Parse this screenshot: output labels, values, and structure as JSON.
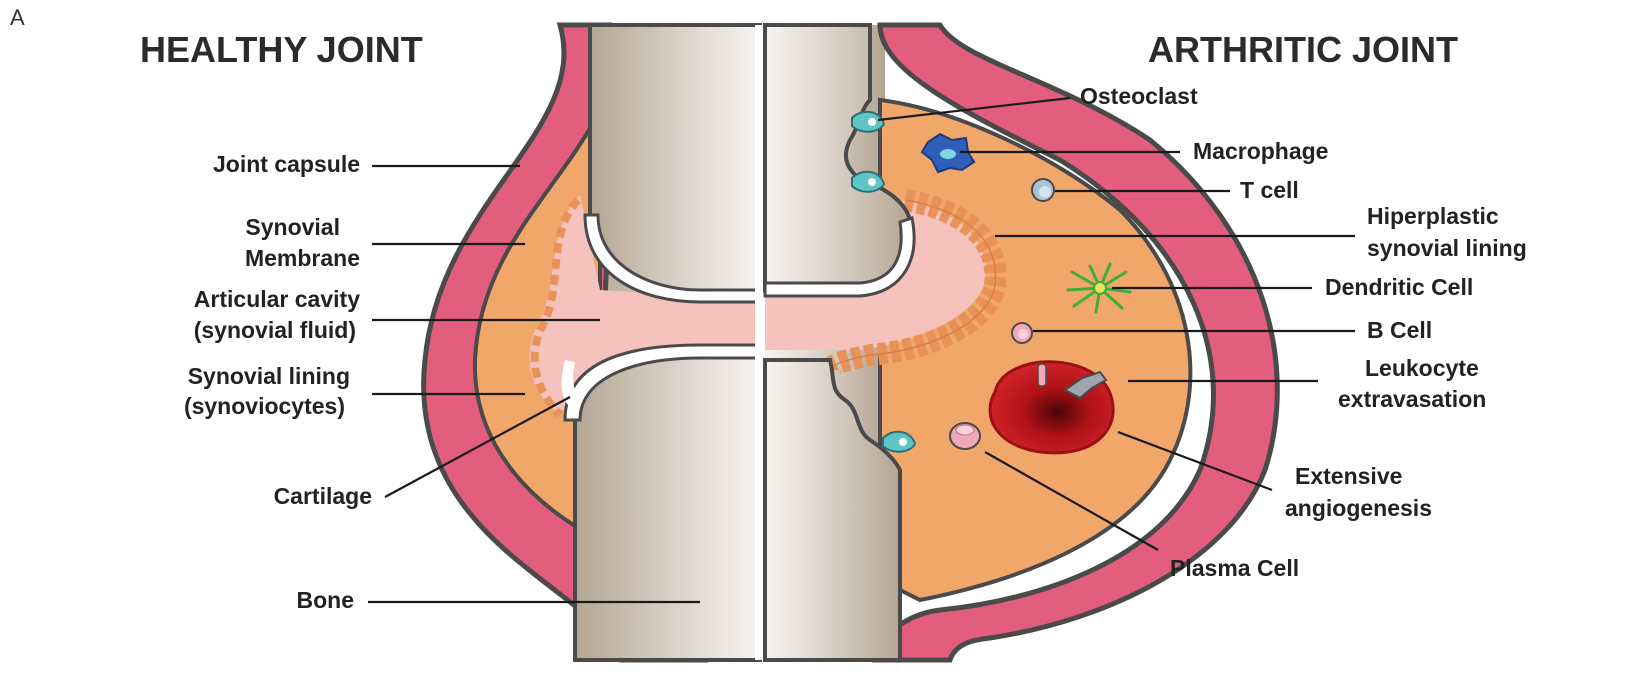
{
  "figure": {
    "panel_letter": "A",
    "left_title": "HEALTHY JOINT",
    "right_title": "ARTHRITIC JOINT"
  },
  "left_labels": {
    "joint_capsule": "Joint capsule",
    "synovial_membrane_1": "Synovial",
    "synovial_membrane_2": "Membrane",
    "articular_cavity_1": "Articular cavity",
    "articular_cavity_2": "(synovial fluid)",
    "synovial_lining_1": "Synovial lining",
    "synovial_lining_2": "(synoviocytes)",
    "cartilage": "Cartilage",
    "bone": "Bone"
  },
  "right_labels": {
    "osteoclast": "Osteoclast",
    "macrophage": "Macrophage",
    "t_cell": "T cell",
    "hiperplastic_1": "Hiperplastic",
    "hiperplastic_2": "synovial lining",
    "dendritic_cell": "Dendritic Cell",
    "b_cell": "B Cell",
    "leukocyte_1": "Leukocyte",
    "leukocyte_2": "extravasation",
    "angiogenesis_1": "Extensive",
    "angiogenesis_2": "angiogenesis",
    "plasma_cell": "Plasma Cell"
  },
  "colors": {
    "capsule": "#e35d7c",
    "synovial_tissue": "#f2a76a",
    "synoviocyte": "#e8925a",
    "fluid": "#f5c2bd",
    "bone_dark": "#b9ab9b",
    "bone_light": "#f4f1ee",
    "outline": "#4a4a4a",
    "blood_vessel": "#c8161d",
    "macrophage": "#2f5fb8",
    "dendritic": "#3fae3a"
  }
}
